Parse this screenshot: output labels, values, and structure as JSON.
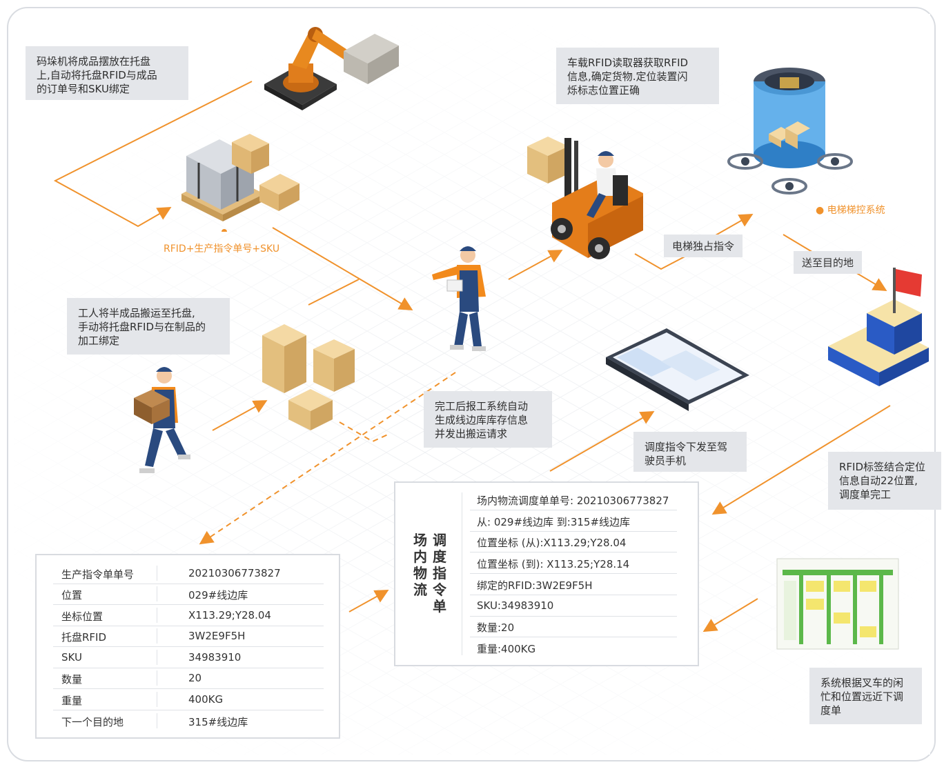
{
  "colors": {
    "accent": "#f0922c",
    "note_bg": "#e4e6ea",
    "worker_blue": "#2a4a7f",
    "worker_orange": "#f28a1c"
  },
  "notes": {
    "palletizer": [
      "码垛机将成品摆放在托盘",
      "上,自动将托盘RFID与成品",
      "的订单号和SKU绑定"
    ],
    "worker": [
      "工人将半成品搬运至托盘,",
      "手动将托盘RFID与在制品的",
      "加工绑定"
    ],
    "reader": [
      "车载RFID读取器获取RFID",
      "信息,确定货物.定位装置闪",
      "烁标志位置正确"
    ],
    "completion": [
      "完工后报工系统自动",
      "生成线边库库存信息",
      "并发出搬运请求"
    ],
    "dispatch": [
      "调度指令下发至驾",
      "驶员手机"
    ],
    "rfid_done": [
      "RFID标签结合定位",
      "信息自动22位置,",
      "调度单完工"
    ],
    "system": [
      "系统根据叉车的闲",
      "忙和位置远近下调",
      "度单"
    ]
  },
  "labels": {
    "pallet_tag": "RFID+生产指令单号+SKU",
    "elevator_system": "电梯梯控系统",
    "elevator_cmd": "电梯独占指令",
    "send_dest": "送至目的地"
  },
  "production_table": {
    "rows": [
      {
        "key": "生产指令单单号",
        "value": "20210306773827"
      },
      {
        "key": "位置",
        "value": "029#线边库"
      },
      {
        "key": "坐标位置",
        "value": "X113.29;Y28.04"
      },
      {
        "key": "托盘RFID",
        "value": "3W2E9F5H"
      },
      {
        "key": "SKU",
        "value": "34983910"
      },
      {
        "key": "数量",
        "value": "20"
      },
      {
        "key": "重量",
        "value": "400KG"
      },
      {
        "key": "下一个目的地",
        "value": "315#线边库"
      }
    ]
  },
  "dispatch_table": {
    "title_col1": [
      "场",
      "内",
      "物",
      "流"
    ],
    "title_col2": [
      "调",
      "度",
      "指",
      "令",
      "单"
    ],
    "rows": [
      "场内物流调度单单号: 20210306773827",
      "从: 029#线边库  到:315#线边库",
      "位置坐标 (从):X113.29;Y28.04",
      "位置坐标 (到): X113.25;Y28.14",
      "绑定的RFID:3W2E9F5H",
      "SKU:34983910",
      "数量:20",
      "重量:400KG"
    ]
  },
  "icons": [
    "robot-arm-icon",
    "pallet-stack-icon",
    "worker-carrying-icon",
    "crate-boxes-icon",
    "supervisor-icon",
    "forklift-icon",
    "elevator-icon",
    "destination-flag-icon",
    "tablet-icon",
    "warehouse-map-icon"
  ]
}
